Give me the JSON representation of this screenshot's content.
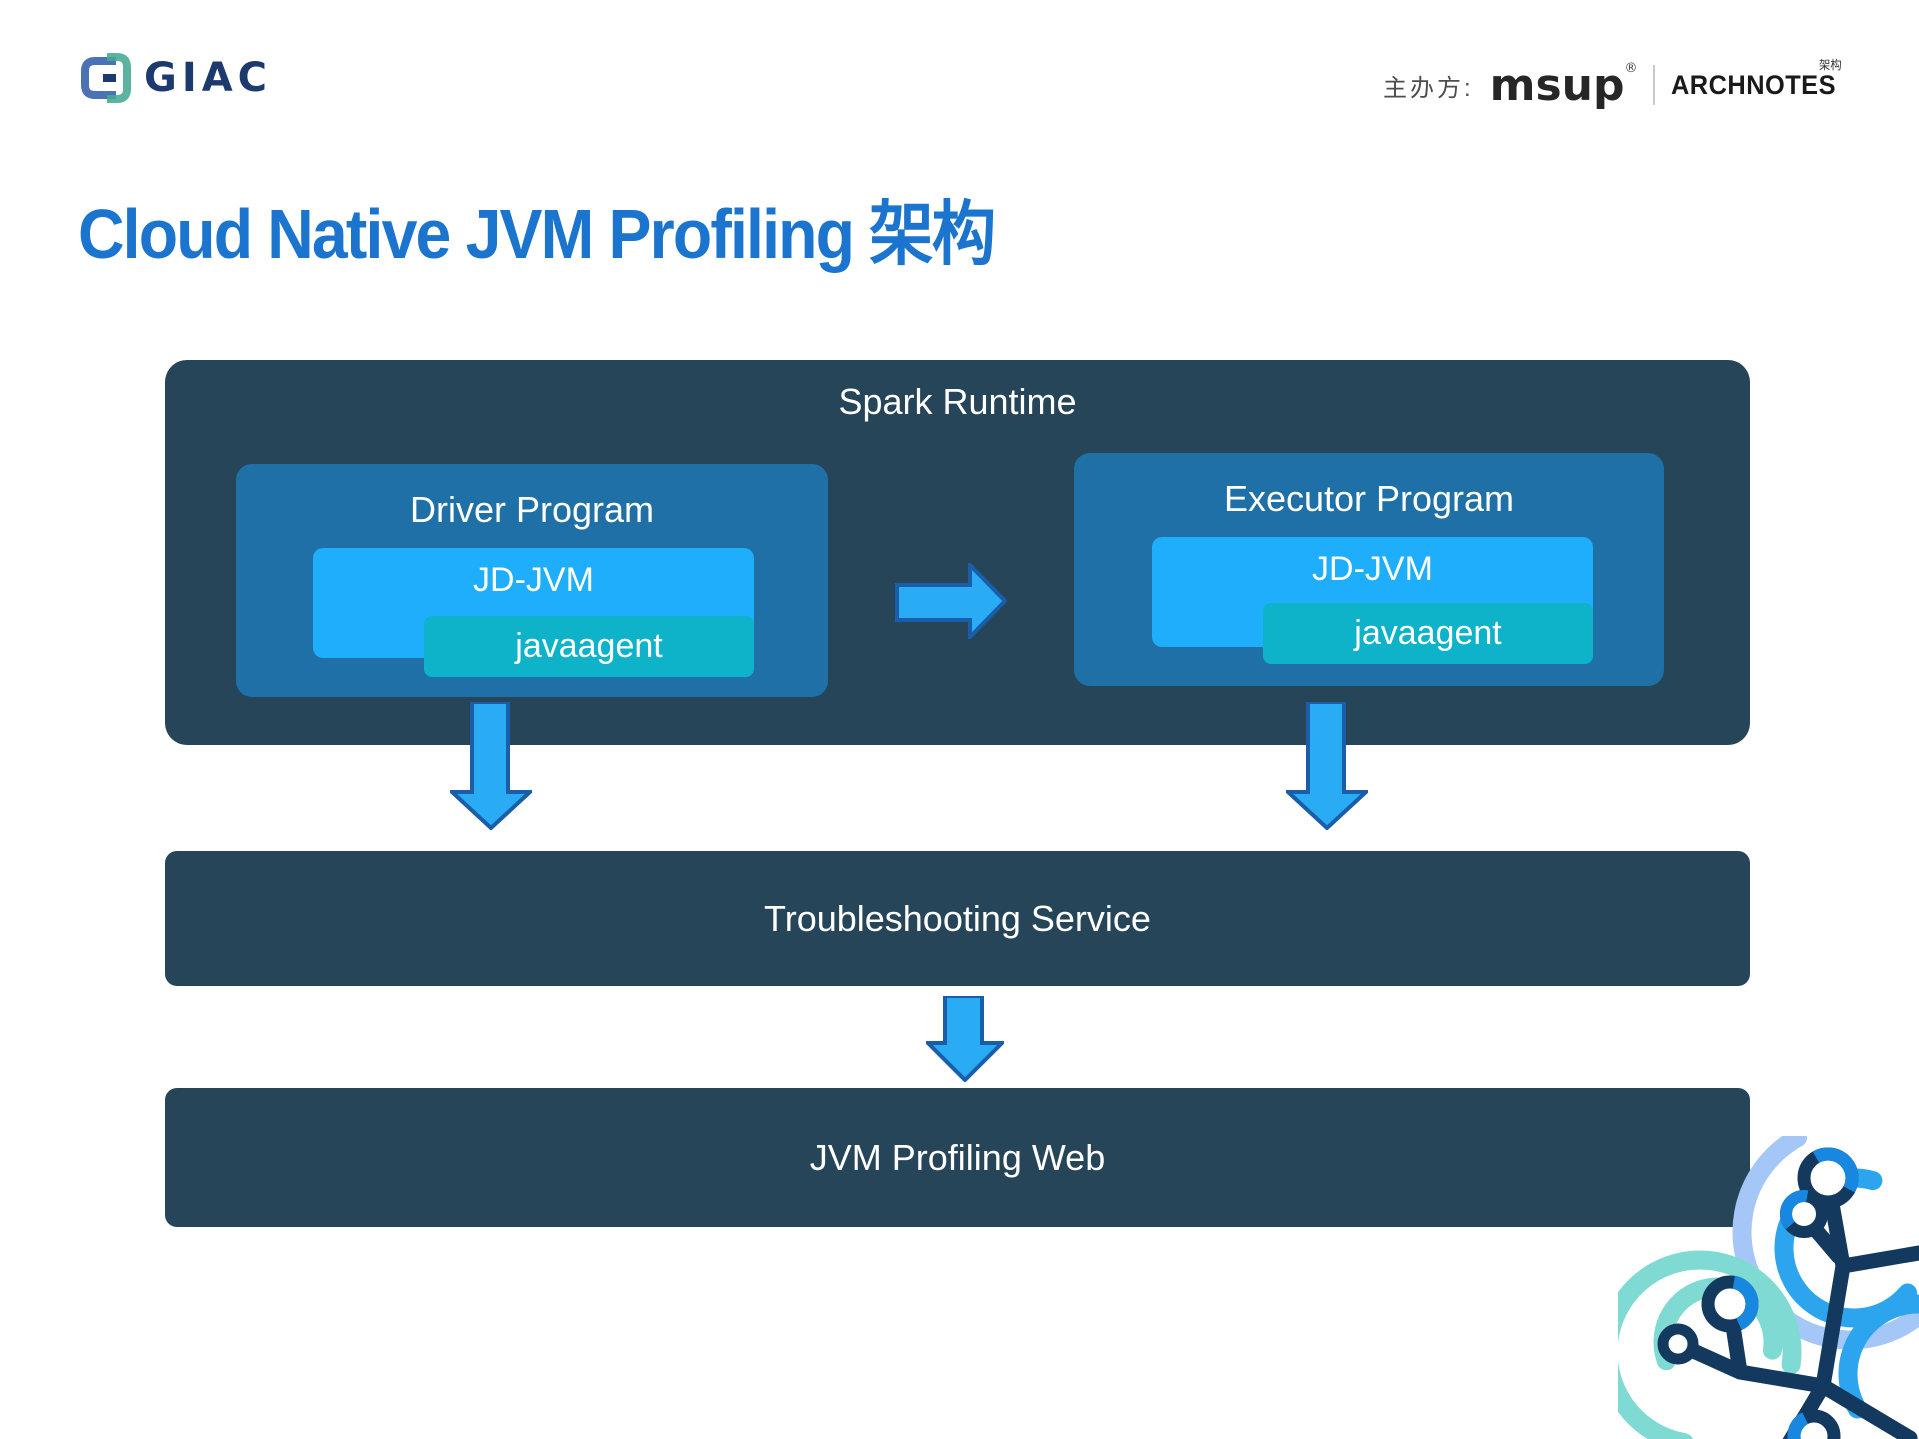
{
  "slide": {
    "title": "Cloud Native JVM Profiling 架构"
  },
  "header": {
    "giac_text": "GIAC",
    "host_label": "主办方:",
    "msup_text": "msup",
    "msup_reg": "®",
    "archnotes_text": "ARCHNOTES",
    "archnotes_tag": "架构"
  },
  "diagram": {
    "spark_runtime_label": "Spark Runtime",
    "driver": {
      "label": "Driver Program",
      "jvm": "JD-JVM",
      "agent": "javaagent"
    },
    "executor": {
      "label": "Executor Program",
      "jvm": "JD-JVM",
      "agent": "javaagent"
    },
    "troubleshooting_label": "Troubleshooting Service",
    "web_label": "JVM Profiling Web"
  },
  "colors": {
    "title_blue": "#1B74CE",
    "container_navy": "#264558",
    "program_blue": "#1E70A6",
    "jvm_blue": "#1EAEFB",
    "agent_teal": "#0EB3C9",
    "arrow_fill": "#2AACF5",
    "arrow_stroke": "#1A5EA9"
  }
}
